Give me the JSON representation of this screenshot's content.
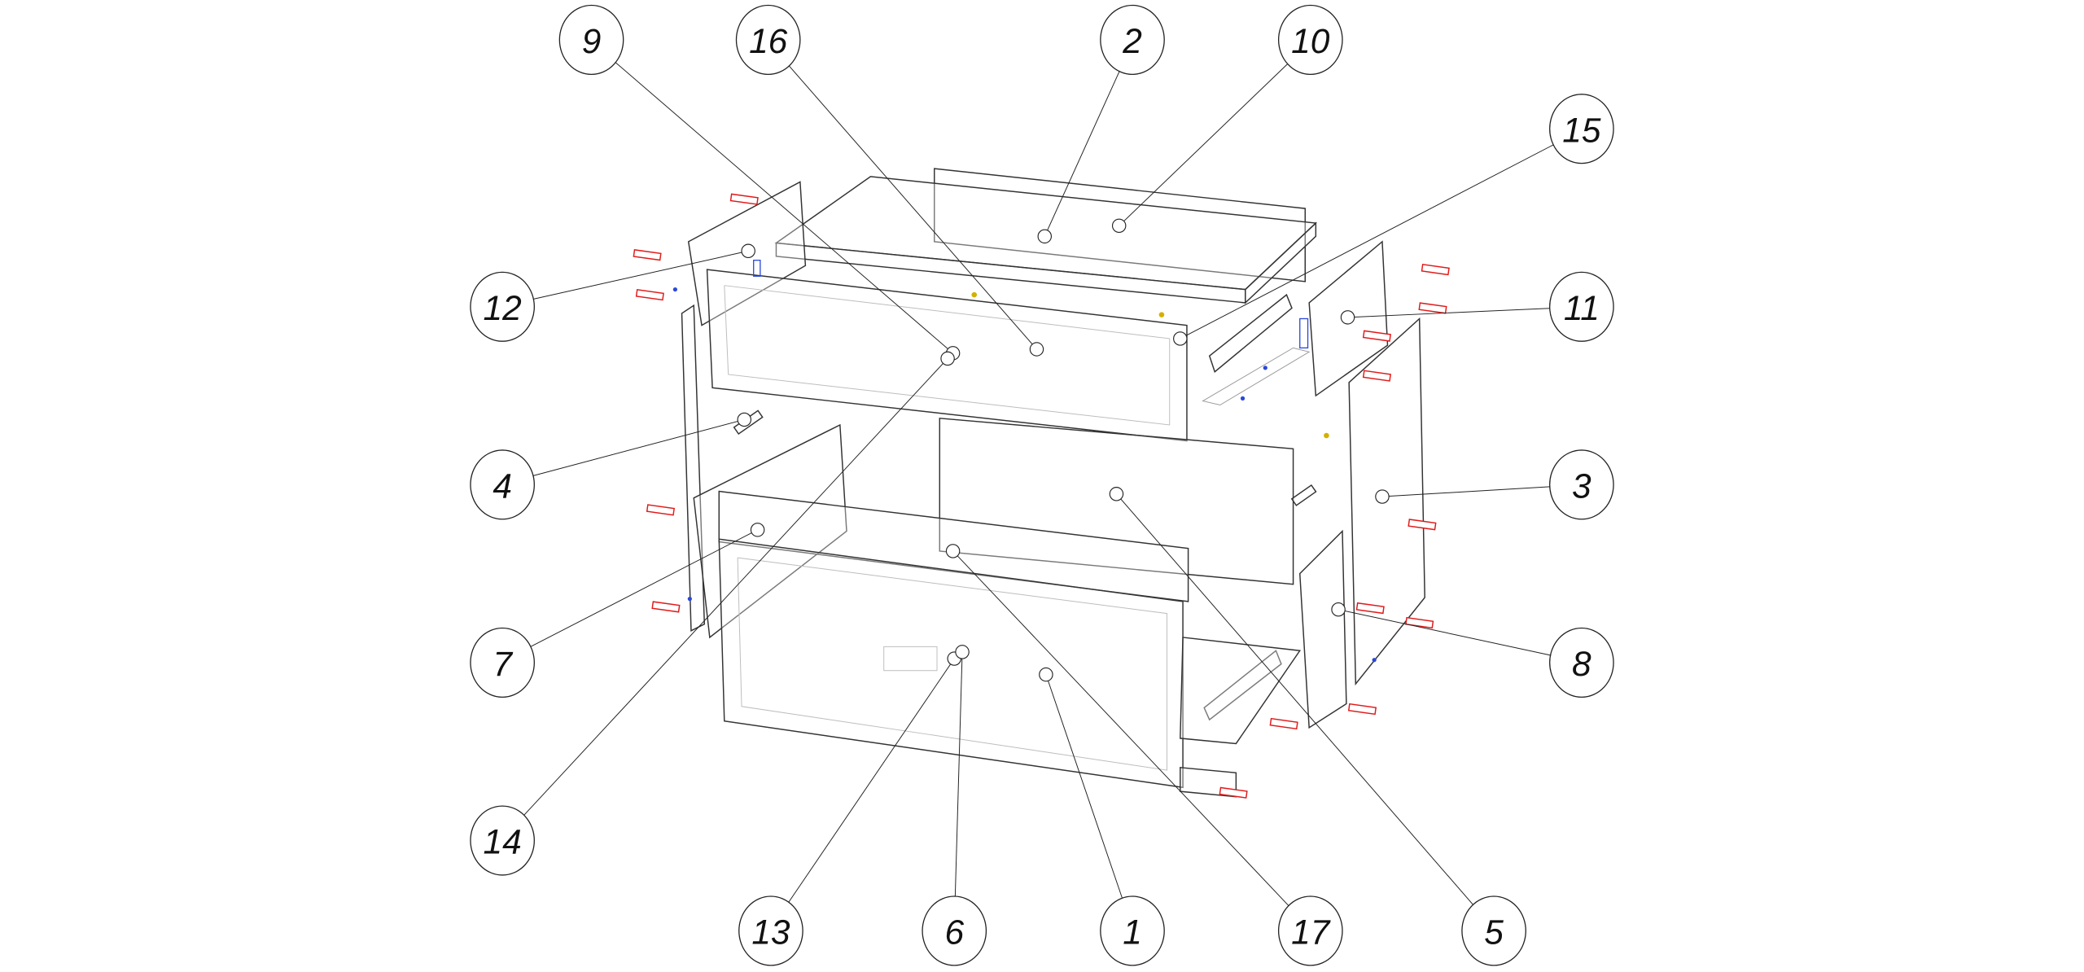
{
  "diagram": {
    "type": "exploded assembly drawing",
    "callouts": [
      "9",
      "16",
      "2",
      "10",
      "15",
      "12",
      "11",
      "4",
      "3",
      "7",
      "8",
      "14",
      "13",
      "6",
      "1",
      "17",
      "5"
    ]
  }
}
